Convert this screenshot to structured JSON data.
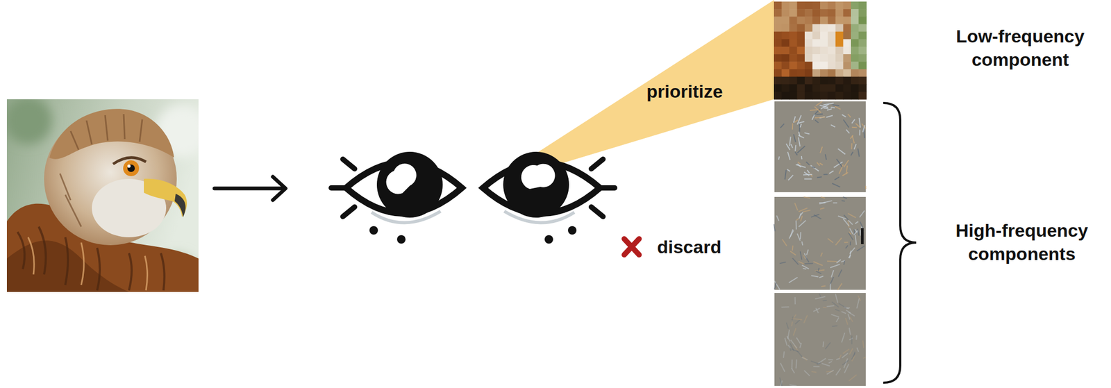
{
  "diagram": {
    "labels": [
      "prioritize",
      "discard",
      "Low-frequency component",
      "High-frequency components"
    ]
  }
}
